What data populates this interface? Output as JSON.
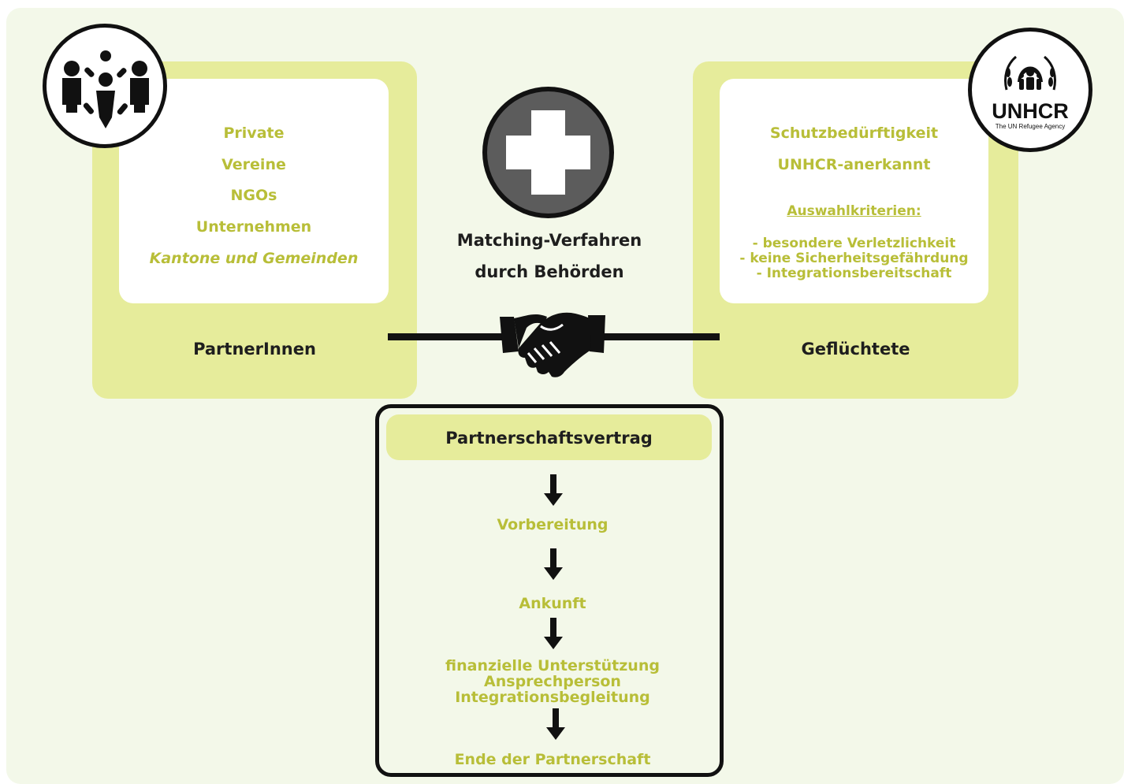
{
  "left": {
    "items": [
      "Private",
      "Vereine",
      "NGOs",
      "Unternehmen"
    ],
    "items_italic": "Kantone und Gemeinden",
    "label": "PartnerInnen",
    "icon": "group-icon"
  },
  "center": {
    "line1": "Matching-Verfahren",
    "line2": "durch Behörden",
    "icons": [
      "plus-icon",
      "handshake-icon"
    ]
  },
  "right": {
    "items": [
      "Schutzbedürftigkeit",
      "UNHCR-anerkannt"
    ],
    "criteria_heading": "Auswahlkriterien:",
    "criteria": [
      "- besondere Verletzlichkeit",
      "- keine Sicherheitsgefährdung",
      "- Integrationsbereitschaft"
    ],
    "label": "Geflüchtete",
    "logo": {
      "word": "UNHCR",
      "tagline": "The UN Refugee Agency"
    }
  },
  "process": {
    "title": "Partnerschaftsvertrag",
    "steps": [
      "Vorbereitung",
      "Ankunft"
    ],
    "support": [
      "finanzielle Unterstützung",
      "Ansprechperson",
      "Integrationsbegleitung"
    ],
    "end": "Ende der Partnerschaft"
  },
  "colors": {
    "background": "#f3f8e9",
    "panel": "#e6ec9b",
    "accent_text": "#b8be38",
    "dark": "#111111"
  }
}
